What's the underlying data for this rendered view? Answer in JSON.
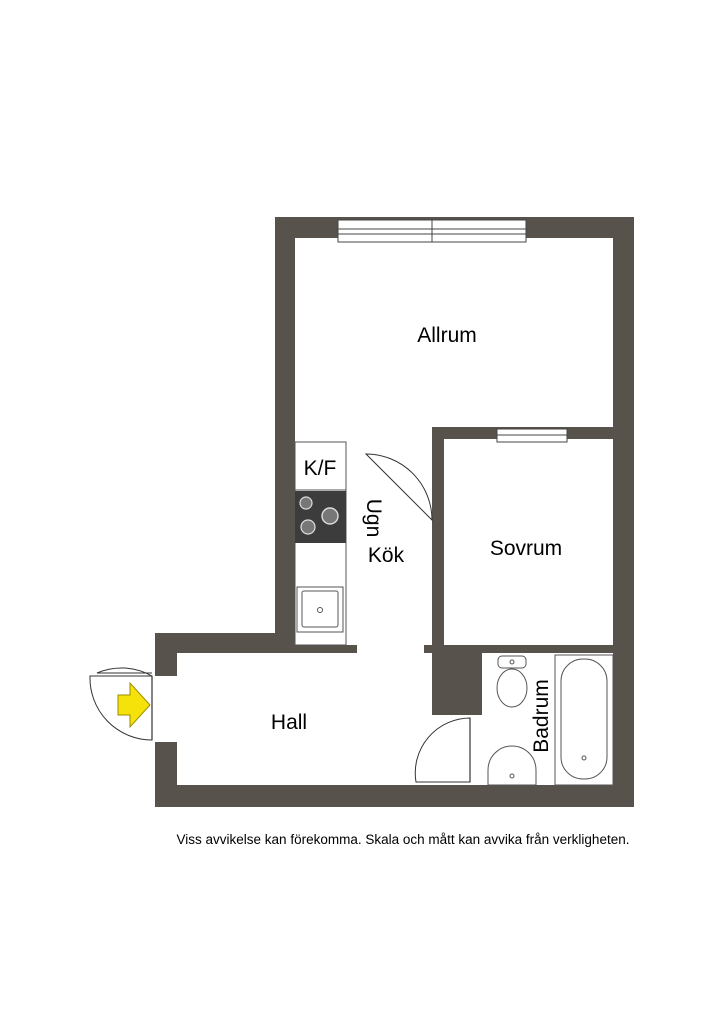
{
  "rooms": {
    "allrum": "Allrum",
    "sovrum": "Sovrum",
    "kok": "Kök",
    "hall": "Hall",
    "badrum": "Badrum"
  },
  "fixtures": {
    "kf": "K/F",
    "ugn": "Ugn"
  },
  "disclaimer": "Viss avvikelse kan förekomma. Skala och mått kan avvika från verkligheten.",
  "colors": {
    "wall": "#57524b",
    "stove": "#3c3c3c",
    "entry_arrow": "#f5e20a"
  },
  "icons": [
    "entry-arrow-icon",
    "toilet-icon",
    "bathtub-icon",
    "washbasin-icon",
    "kitchen-sink-icon",
    "stove-icon"
  ]
}
